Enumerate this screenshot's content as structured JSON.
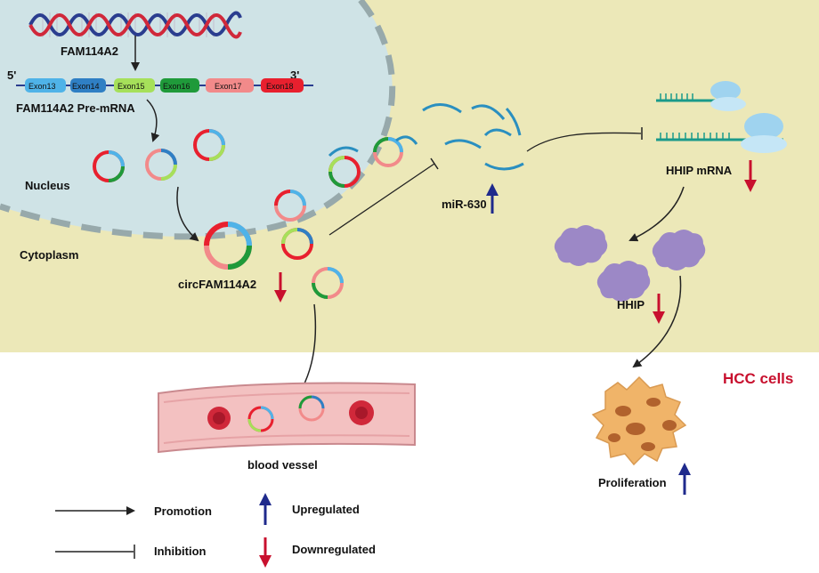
{
  "gene": {
    "name": "FAM114A2",
    "pre_mrna": "FAM114A2 Pre-mRNA",
    "five_prime": "5'",
    "three_prime": "3'"
  },
  "exons": [
    {
      "label": "Exon13",
      "color": "#4fb3e8"
    },
    {
      "label": "Exon14",
      "color": "#2f7fc4"
    },
    {
      "label": "Exon15",
      "color": "#a6e05a"
    },
    {
      "label": "Exon16",
      "color": "#1f9a3a"
    },
    {
      "label": "Exon17",
      "color": "#f28a8a"
    },
    {
      "label": "Exon18",
      "color": "#e8202e"
    }
  ],
  "compartments": {
    "nucleus": "Nucleus",
    "cytoplasm": "Cytoplasm",
    "cell_type": "HCC cells"
  },
  "molecules": {
    "circrna": "circFAM114A2",
    "mirna": "miR-630",
    "mrna": "HHIP mRNA",
    "protein": "HHIP",
    "vessel": "blood vessel",
    "outcome": "Proliferation"
  },
  "legend": {
    "promotion": "Promotion",
    "inhibition": "Inhibition",
    "upregulated": "Upregulated",
    "downregulated": "Downregulated"
  },
  "colors": {
    "nucleus_fill": "#cfe3e6",
    "cytoplasm_fill": "#ece8b8",
    "up_arrow": "#1f2a8c",
    "down_arrow": "#c8102e",
    "mirna": "#2a8fc0",
    "protein": "#9c88c6"
  }
}
